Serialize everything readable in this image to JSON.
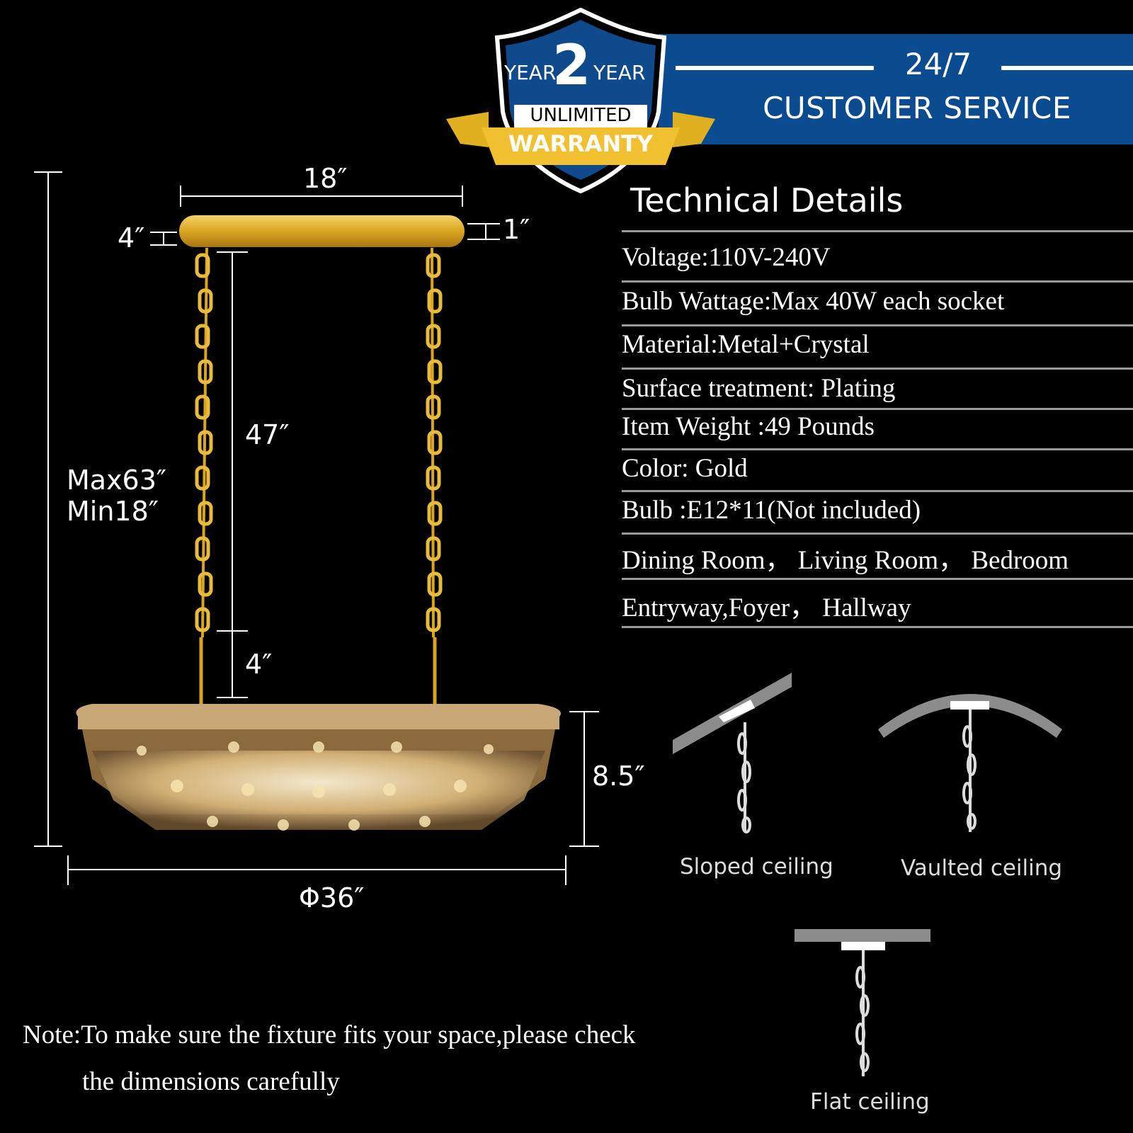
{
  "warranty": {
    "year_left": "YEAR",
    "number": "2",
    "year_right": "YEAR",
    "unlimited": "UNLIMITED",
    "warranty": "WARRANTY"
  },
  "service": {
    "hours": "24/7",
    "label": "CUSTOMER SERVICE"
  },
  "dimensions": {
    "canopy_width": "18″",
    "canopy_drop": "4″",
    "canopy_height": "1″",
    "chain_length": "47″",
    "rod_length": "4″",
    "total_height_max": "Max63″",
    "total_height_min": "Min18″",
    "fixture_height": "8.5″",
    "fixture_diameter": "Φ36″"
  },
  "technical_details": {
    "heading": "Technical Details",
    "rows": [
      "Voltage:110V-240V",
      "Bulb Wattage:Max 40W each socket",
      "Material:Metal+Crystal",
      "Surface treatment:  Plating",
      "Item Weight :49 Pounds",
      "Color: Gold",
      "Bulb :E12*11(Not included)",
      "Dining Room， Living Room， Bedroom",
      "Entryway,Foyer， Hallway"
    ]
  },
  "mounting": {
    "sloped": "Sloped ceiling",
    "vaulted": "Vaulted ceiling",
    "flat": "Flat ceiling"
  },
  "note": {
    "line1": "Note:To make sure the fixture fits your space,please check",
    "line2": "the dimensions carefully"
  },
  "colors": {
    "banner_blue": "#0b4b8f",
    "gold": "#d9a520",
    "background": "#000000"
  }
}
